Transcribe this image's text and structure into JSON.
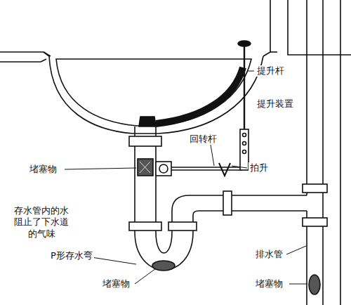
{
  "diagram": {
    "labels": [
      "提升杆",
      "提升装置",
      "回转杆",
      "堵塞物",
      "拍升",
      "存水管内的水 阻止了下水道 的气味",
      "P形存水弯",
      "堵塞物",
      "排水管",
      "堵塞物"
    ]
  }
}
